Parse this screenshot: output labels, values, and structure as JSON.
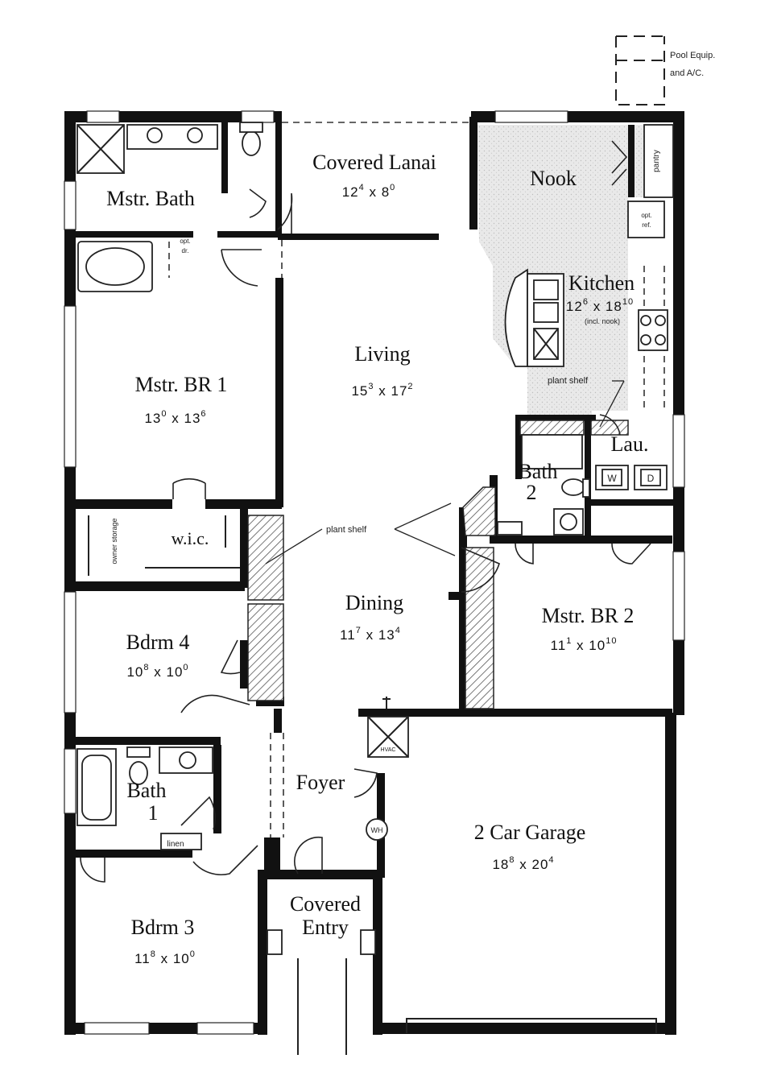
{
  "rooms": {
    "covered_lanai": {
      "name": "Covered Lanai",
      "dim_a": "12",
      "dim_a_sup": "4",
      "dim_b": "8",
      "dim_b_sup": "0"
    },
    "nook": {
      "name": "Nook"
    },
    "mstr_bath": {
      "name": "Mstr. Bath"
    },
    "kitchen": {
      "name": "Kitchen",
      "dim_a": "12",
      "dim_a_sup": "6",
      "dim_b": "18",
      "dim_b_sup": "10",
      "note": "(incl. nook)"
    },
    "living": {
      "name": "Living",
      "dim_a": "15",
      "dim_a_sup": "3",
      "dim_b": "17",
      "dim_b_sup": "2"
    },
    "mstr_br1": {
      "name": "Mstr. BR 1",
      "dim_a": "13",
      "dim_a_sup": "0",
      "dim_b": "13",
      "dim_b_sup": "6"
    },
    "wic": {
      "name": "w.i.c."
    },
    "owner_storage": {
      "name": "owner storage"
    },
    "lau": {
      "name": "Lau."
    },
    "bath2": {
      "name": "Bath",
      "num": "2"
    },
    "dining": {
      "name": "Dining",
      "dim_a": "11",
      "dim_a_sup": "7",
      "dim_b": "13",
      "dim_b_sup": "4"
    },
    "mstr_br2": {
      "name": "Mstr. BR 2",
      "dim_a": "11",
      "dim_a_sup": "1",
      "dim_b": "10",
      "dim_b_sup": "10"
    },
    "bdrm4": {
      "name": "Bdrm 4",
      "dim_a": "10",
      "dim_a_sup": "8",
      "dim_b": "10",
      "dim_b_sup": "0"
    },
    "bath1": {
      "name": "Bath",
      "num": "1"
    },
    "foyer": {
      "name": "Foyer"
    },
    "garage": {
      "name": "2 Car Garage",
      "dim_a": "18",
      "dim_a_sup": "8",
      "dim_b": "20",
      "dim_b_sup": "4"
    },
    "covered_entry": {
      "name_1": "Covered",
      "name_2": "Entry"
    },
    "bdrm3": {
      "name": "Bdrm 3",
      "dim_a": "11",
      "dim_a_sup": "8",
      "dim_b": "10",
      "dim_b_sup": "0"
    }
  },
  "labels": {
    "pool_equip_1": "Pool Equip.",
    "pool_equip_2": "and A/C.",
    "pantry": "pantry",
    "opt_ref_1": "opt.",
    "opt_ref_2": "ref.",
    "opt_dr_1": "opt.",
    "opt_dr_2": "dr.",
    "plant_shelf_kitchen": "plant shelf",
    "plant_shelf_center": "plant shelf",
    "linen": "linen",
    "hvac": "HVAC",
    "wh": "WH",
    "washer": "W",
    "dryer": "D",
    "x": "x"
  }
}
